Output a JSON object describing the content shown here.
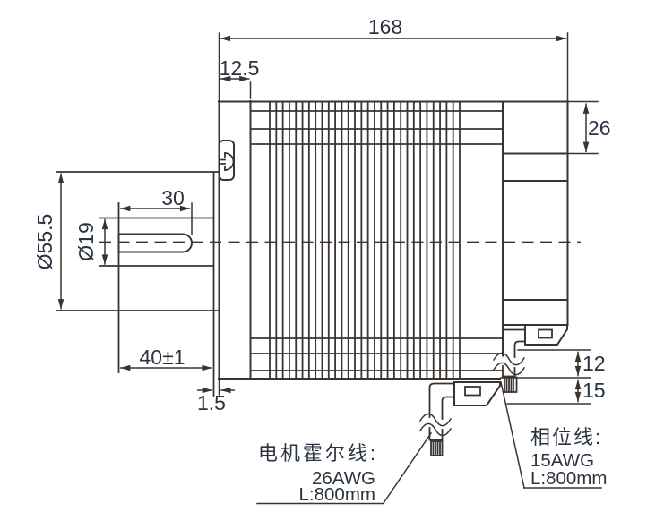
{
  "dims": {
    "overall_length": "168",
    "flange_thickness": "12.5",
    "rear_step": "26",
    "flat_length": "30",
    "shaft_diameter": "Ø19",
    "pilot_diameter": "Ø55.5",
    "shaft_length": "40±1",
    "pilot_height": "1.5",
    "cable_stub": "12",
    "wire_tip": "15"
  },
  "hall_wire": {
    "title": "电机霍尔线:",
    "gauge": "26AWG",
    "length": "L:800mm"
  },
  "phase_wire": {
    "title": "相位线:",
    "gauge": "15AWG",
    "length": "L:800mm"
  },
  "colors": {
    "line": "#3a3431",
    "text": "#2b3340",
    "background": "#ffffff"
  }
}
